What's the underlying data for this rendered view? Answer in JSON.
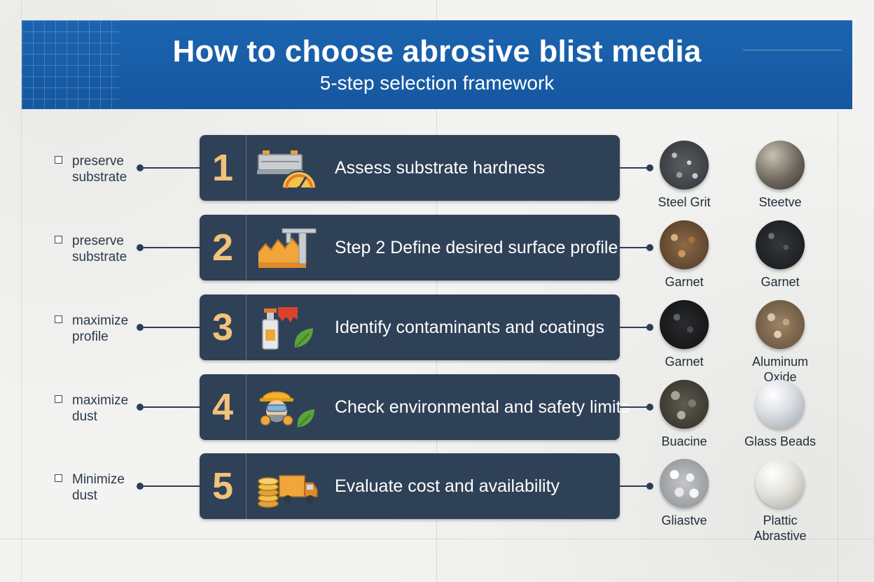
{
  "header": {
    "title": "How to choose abrosive blist media",
    "subtitle": "5-step selection framework"
  },
  "steps": [
    {
      "number": "1",
      "label": "Assess substrate hardness",
      "icon": "hardness-gauge-icon",
      "goal": "preserve substrate",
      "media": [
        {
          "name": "Steel Grit",
          "swatch": "steel-grit"
        },
        {
          "name": "Steetve",
          "swatch": "steel-shot"
        }
      ]
    },
    {
      "number": "2",
      "label": "Step 2 Define desired surface profile",
      "icon": "surface-profile-caliper-icon",
      "goal": "preserve substrate",
      "media": [
        {
          "name": "Garnet",
          "swatch": "garnet-brown"
        },
        {
          "name": "Garnet",
          "swatch": "garnet-dark"
        }
      ]
    },
    {
      "number": "3",
      "label": "Identify contaminants and coatings",
      "icon": "spray-can-leaf-icon",
      "goal": "maximize profile",
      "media": [
        {
          "name": "Garnet",
          "swatch": "garnet-black"
        },
        {
          "name": "Aluminum Oxide",
          "swatch": "aluminum-oxide"
        }
      ]
    },
    {
      "number": "4",
      "label": "Check environmental and safety limits",
      "icon": "worker-respirator-leaf-icon",
      "goal": "maximize dust",
      "media": [
        {
          "name": "Buacine",
          "swatch": "buacine"
        },
        {
          "name": "Glass Beads",
          "swatch": "glass-beads"
        }
      ]
    },
    {
      "number": "5",
      "label": "Evaluate cost and availability",
      "icon": "coins-truck-icon",
      "goal": "Minimize dust",
      "media": [
        {
          "name": "Gliastve",
          "swatch": "glass-pellets"
        },
        {
          "name": "Plattic Abrastive",
          "swatch": "plastic"
        }
      ]
    }
  ],
  "colors": {
    "banner": "#1c64b0",
    "card": "#2f4157",
    "step_number": "#f2c27a",
    "connector": "#2e3e52",
    "background": "#f3f3f1"
  }
}
